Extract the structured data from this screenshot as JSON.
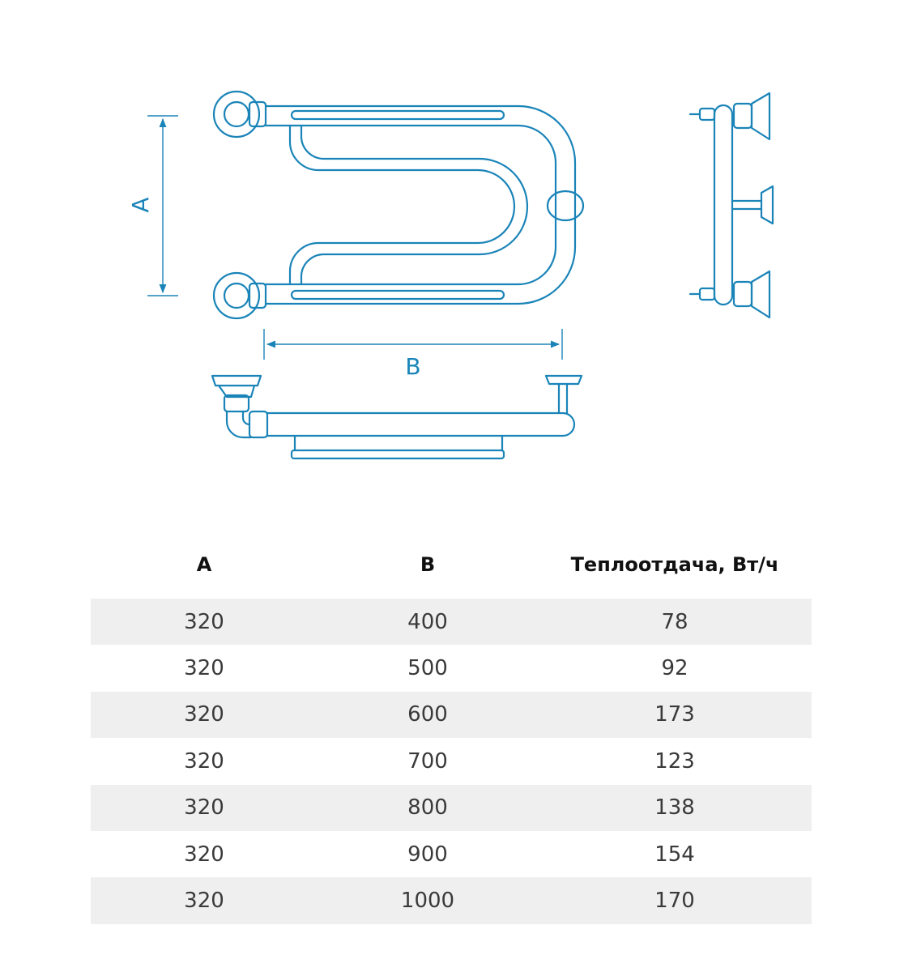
{
  "drawing": {
    "label_a": "A",
    "label_b": "B",
    "accent_color": "#1a84b8"
  },
  "table": {
    "headers": [
      "A",
      "B",
      "Теплоотдача, Вт/ч"
    ],
    "rows": [
      [
        "320",
        "400",
        "78"
      ],
      [
        "320",
        "500",
        "92"
      ],
      [
        "320",
        "600",
        "173"
      ],
      [
        "320",
        "700",
        "123"
      ],
      [
        "320",
        "800",
        "138"
      ],
      [
        "320",
        "900",
        "154"
      ],
      [
        "320",
        "1000",
        "170"
      ]
    ],
    "stripe_color": "#efefef"
  }
}
